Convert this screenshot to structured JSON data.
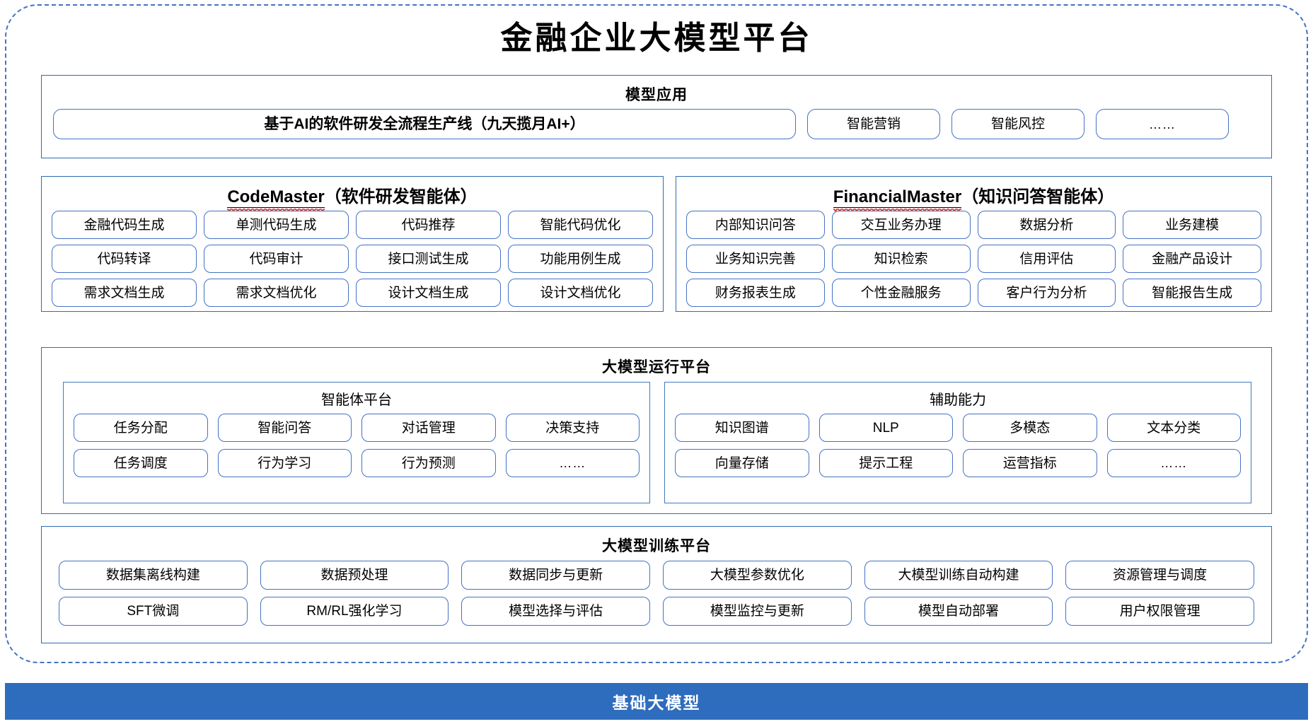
{
  "title": "金融企业大模型平台",
  "colors": {
    "frame_dashed": "#4472C4",
    "panel_border": "#2E6CB0",
    "chip_border": "#4472C4",
    "base_bar": "#2E6CBE",
    "spellcheck_squiggle": "#E03A2F"
  },
  "application": {
    "title": "模型应用",
    "primary": "基于AI的软件研发全流程生产线（九天揽月AI+）",
    "items": [
      "智能营销",
      "智能风控",
      "……"
    ]
  },
  "agents": [
    {
      "name_en": "CodeMaster",
      "name_cn": "（软件研发智能体）",
      "items": [
        "金融代码生成",
        "单测代码生成",
        "代码推荐",
        "智能代码优化",
        "代码转译",
        "代码审计",
        "接口测试生成",
        "功能用例生成",
        "需求文档生成",
        "需求文档优化",
        "设计文档生成",
        "设计文档优化"
      ]
    },
    {
      "name_en": "FinancialMaster",
      "name_cn": "（知识问答智能体）",
      "items": [
        "内部知识问答",
        "交互业务办理",
        "数据分析",
        "业务建模",
        "业务知识完善",
        "知识检索",
        "信用评估",
        "金融产品设计",
        "财务报表生成",
        "个性金融服务",
        "客户行为分析",
        "智能报告生成"
      ]
    }
  ],
  "runtime": {
    "title": "大模型运行平台",
    "groups": [
      {
        "title": "智能体平台",
        "items": [
          "任务分配",
          "智能问答",
          "对话管理",
          "决策支持",
          "任务调度",
          "行为学习",
          "行为预测",
          "……"
        ]
      },
      {
        "title": "辅助能力",
        "items": [
          "知识图谱",
          "NLP",
          "多模态",
          "文本分类",
          "向量存储",
          "提示工程",
          "运营指标",
          "……"
        ]
      }
    ]
  },
  "training": {
    "title": "大模型训练平台",
    "items": [
      "数据集离线构建",
      "数据预处理",
      "数据同步与更新",
      "大模型参数优化",
      "大模型训练自动构建",
      "资源管理与调度",
      "SFT微调",
      "RM/RL强化学习",
      "模型选择与评估",
      "模型监控与更新",
      "模型自动部署",
      "用户权限管理"
    ]
  },
  "base": {
    "label": "基础大模型"
  }
}
